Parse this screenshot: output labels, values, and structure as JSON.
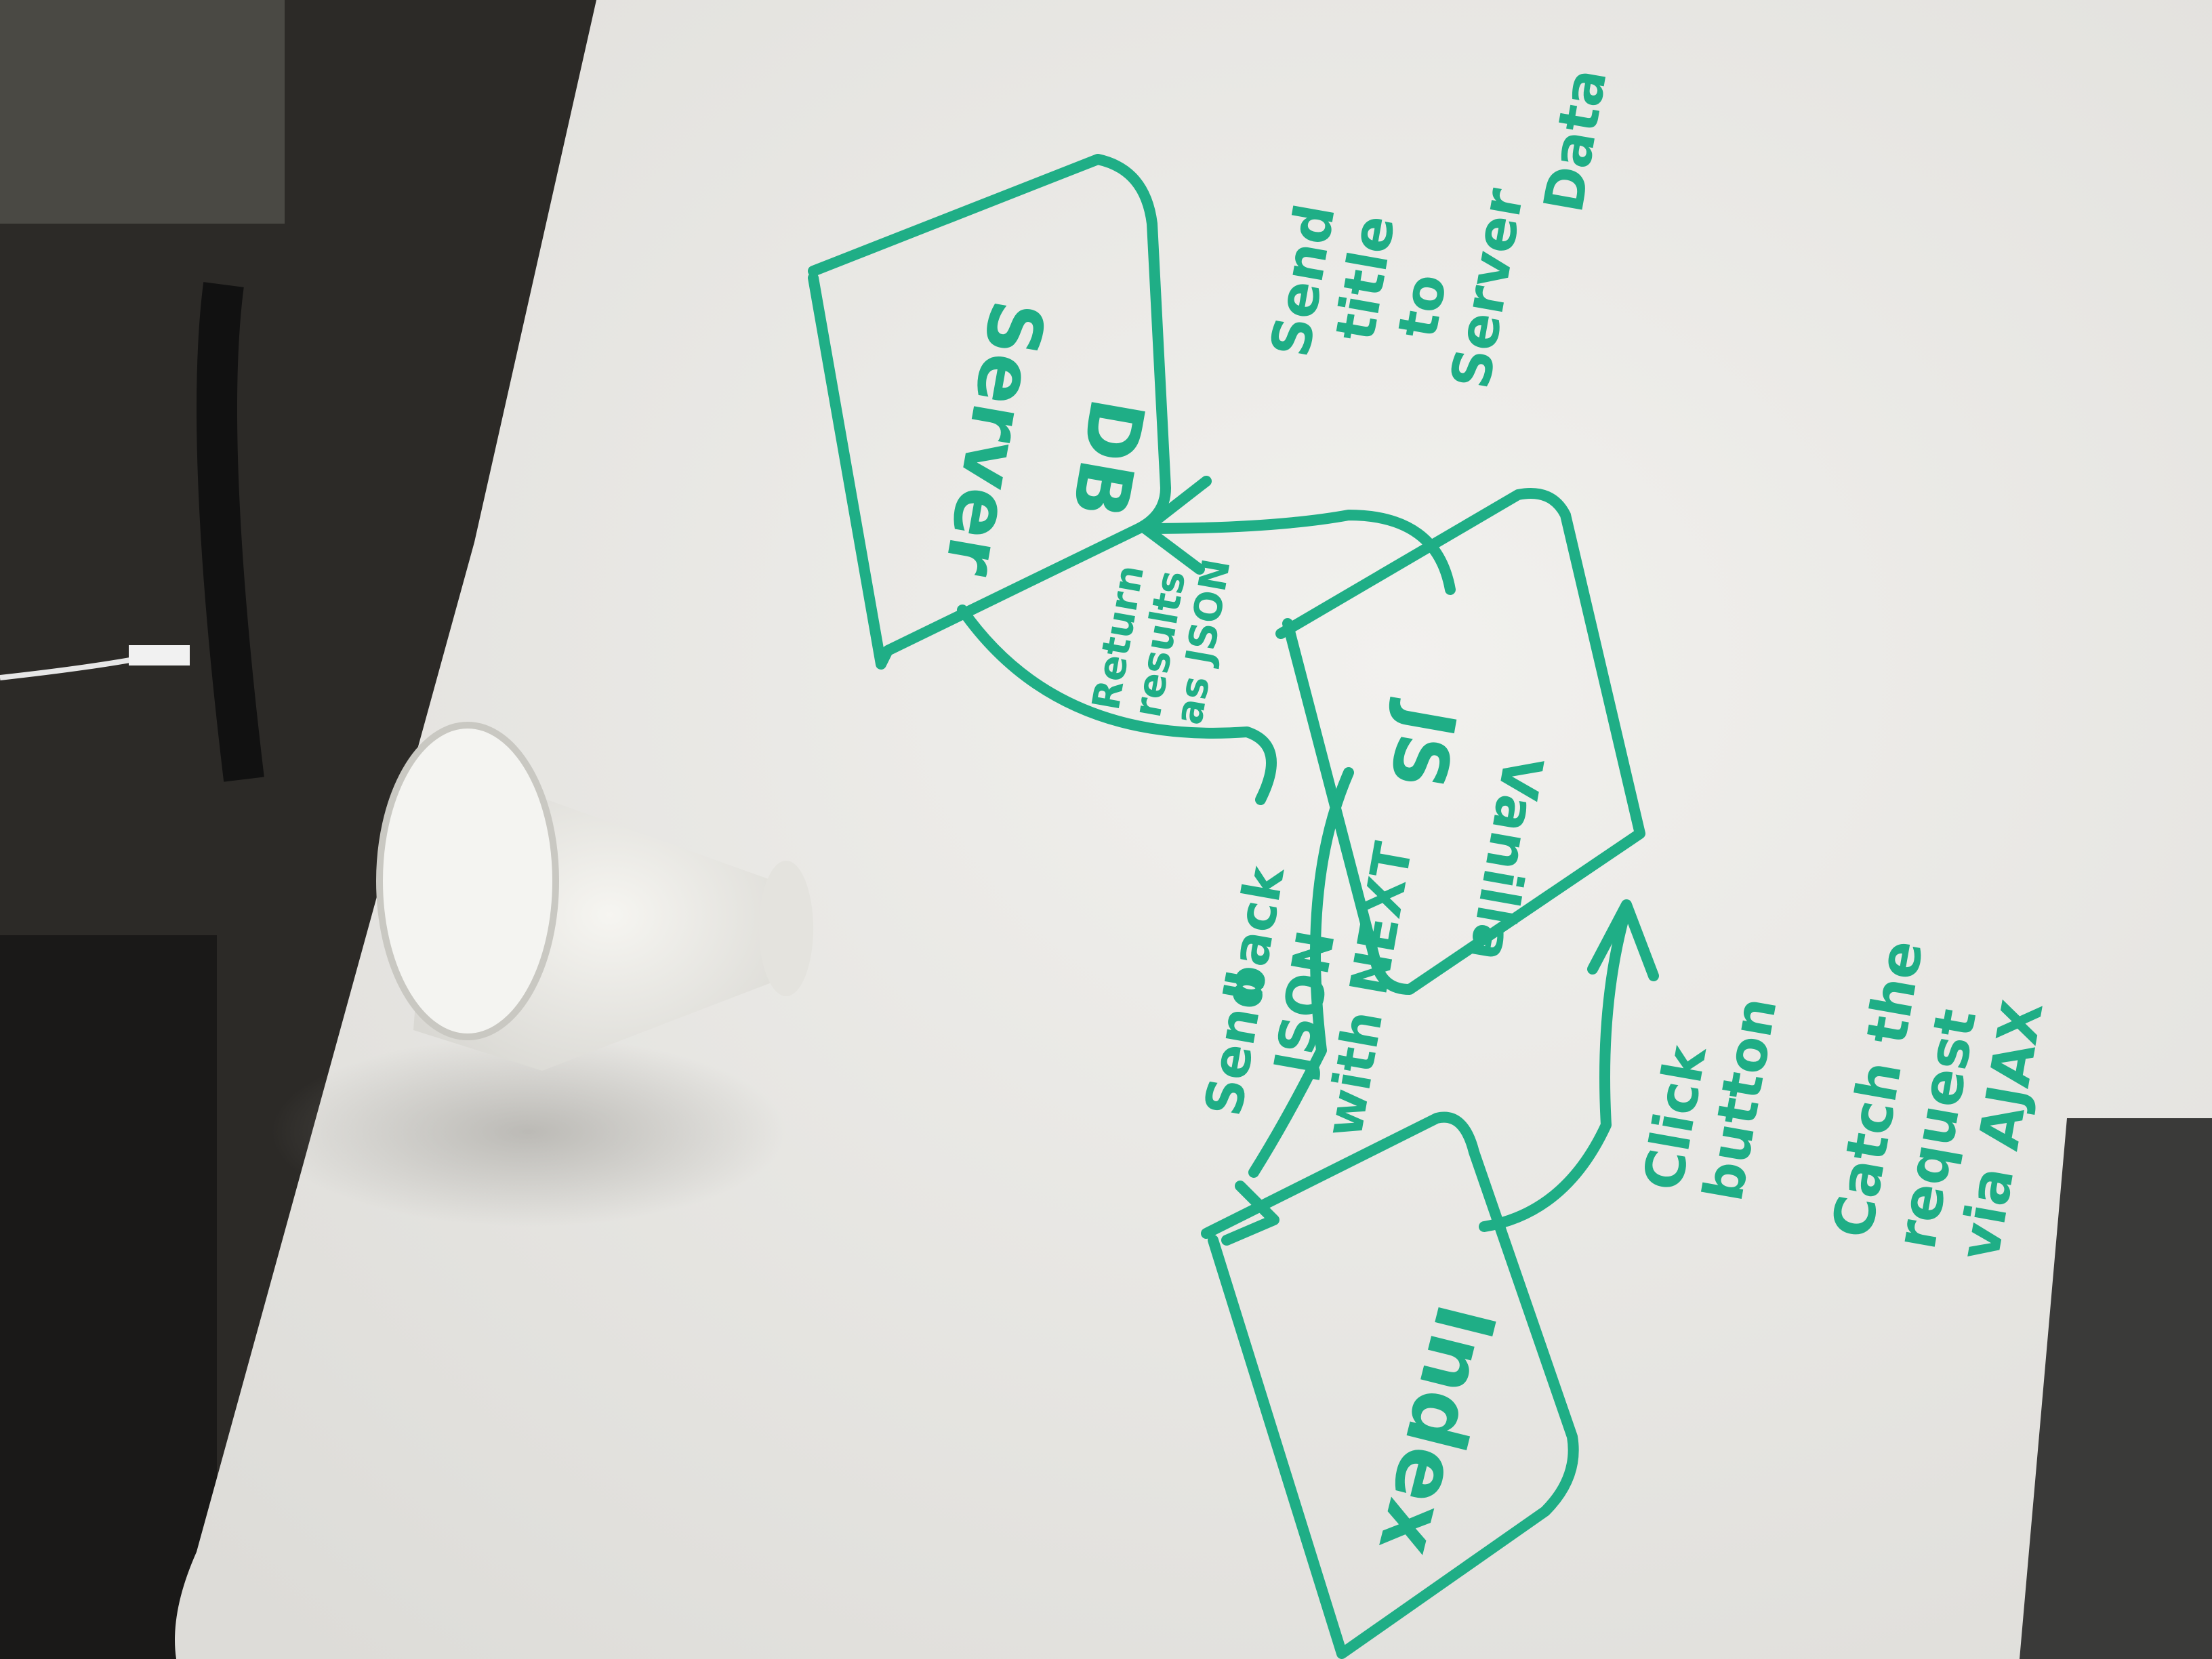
{
  "diagram": {
    "marker_color": "#1fae86",
    "board_color": "#ecebe8",
    "nodes": {
      "server": {
        "label": "Server",
        "sublabel": "DB"
      },
      "js": {
        "label": "JS",
        "sublabel": "Vanilla"
      },
      "index": {
        "label": "Index"
      }
    },
    "edges": {
      "index_to_js": {
        "label_line1": "Click",
        "label_line2": "button"
      },
      "js_to_server": {
        "label_line1": "Send",
        "label_line2": "title",
        "label_line3": "to",
        "label_line4": "Server",
        "label_line5": "Data"
      },
      "server_to_js": {
        "label_line1": "Return",
        "label_line2": "results",
        "label_line3": "as JSON"
      },
      "js_to_index": {
        "label_line1": "Send",
        "label_line2": "back",
        "label_line3": "JSON",
        "label_line4": "with NEXT"
      }
    },
    "notes": {
      "catch": {
        "line1": "Catch the",
        "line2": "request",
        "line3": "via AJAX"
      }
    }
  }
}
